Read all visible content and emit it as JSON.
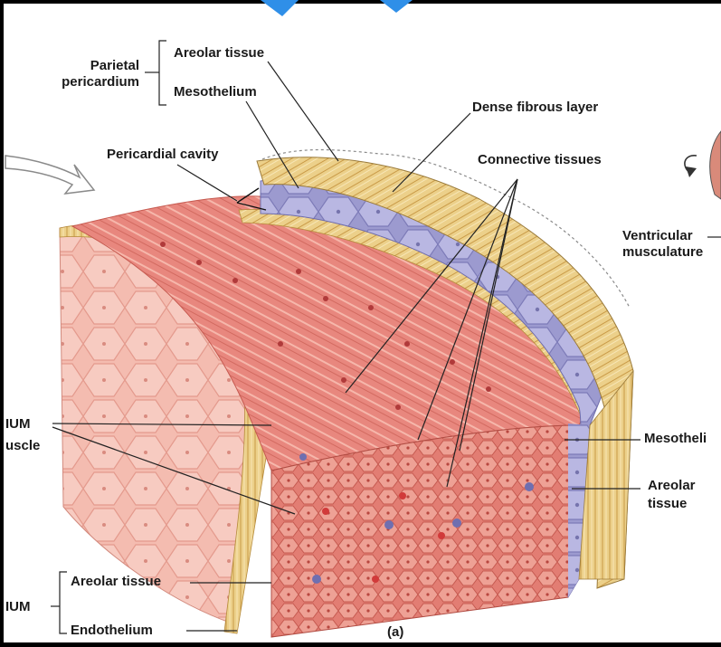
{
  "labels": {
    "parietal_pericardium": [
      "Parietal",
      "pericardium"
    ],
    "areolar_tissue_top": "Areolar tissue",
    "mesothelium_top": "Mesothelium",
    "dense_fibrous_layer": "Dense fibrous layer",
    "pericardial_cavity": "Pericardial cavity",
    "connective_tissues": "Connective tissues",
    "ventricular_musculature": [
      "Ventricular",
      "musculature"
    ],
    "myocardium_fragment": [
      "IUM",
      "uscle"
    ],
    "mesothelium_right": "Mesotheli",
    "areolar_tissue_right": [
      "Areolar",
      "tissue"
    ],
    "endocardium_fragment": "IUM",
    "areolar_tissue_bottom": "Areolar tissue",
    "endothelium": "Endothelium",
    "panel": "(a)"
  },
  "colors": {
    "muscle": "#e8877e",
    "muscle_dark": "#c9574e",
    "fat": "#e9c776",
    "mesothelium": "#a8a6d6",
    "tissue_pale": "#f2b5a8",
    "frame": "#000000",
    "watermark": "#2f8fe8"
  }
}
